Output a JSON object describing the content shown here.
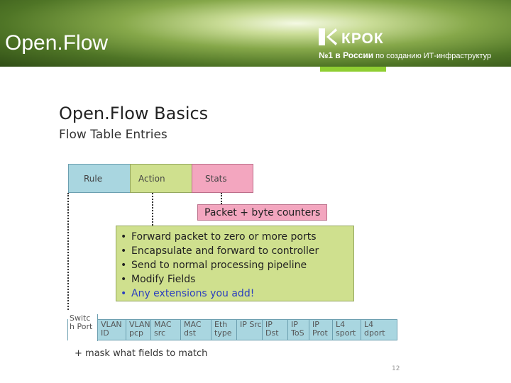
{
  "header": {
    "title": "Open.Flow",
    "logo": {
      "name": "КРОК",
      "tagline_bold": "№1 в России",
      "tagline_rest": "по созданию ИТ-инфраструктур"
    }
  },
  "slide": {
    "title": "Open.Flow Basics",
    "subtitle": "Flow Table Entries",
    "entry": {
      "rule": "Rule",
      "action": "Action",
      "stats": "Stats"
    },
    "counters": "Packet + byte counters",
    "actions": [
      "Forward packet to zero or more ports",
      "Encapsulate and forward to controller",
      "Send to normal processing pipeline",
      "Modify Fields",
      "Any extensions you add!"
    ],
    "fields": [
      "Switc h Port",
      "VLAN ID",
      "VLAN pcp",
      "MAC src",
      "MAC dst",
      "Eth type",
      "IP Src",
      "IP Dst",
      "IP ToS",
      "IP Prot",
      "L4 sport",
      "L4 dport"
    ],
    "mask_note": "+ mask what fields to match",
    "page_number": "12"
  },
  "colors": {
    "rule": "#a9d6e0",
    "action": "#cfe08e",
    "stats": "#f3a6bf",
    "accent_green": "#8fce32",
    "link_blue": "#2b3fbf"
  }
}
